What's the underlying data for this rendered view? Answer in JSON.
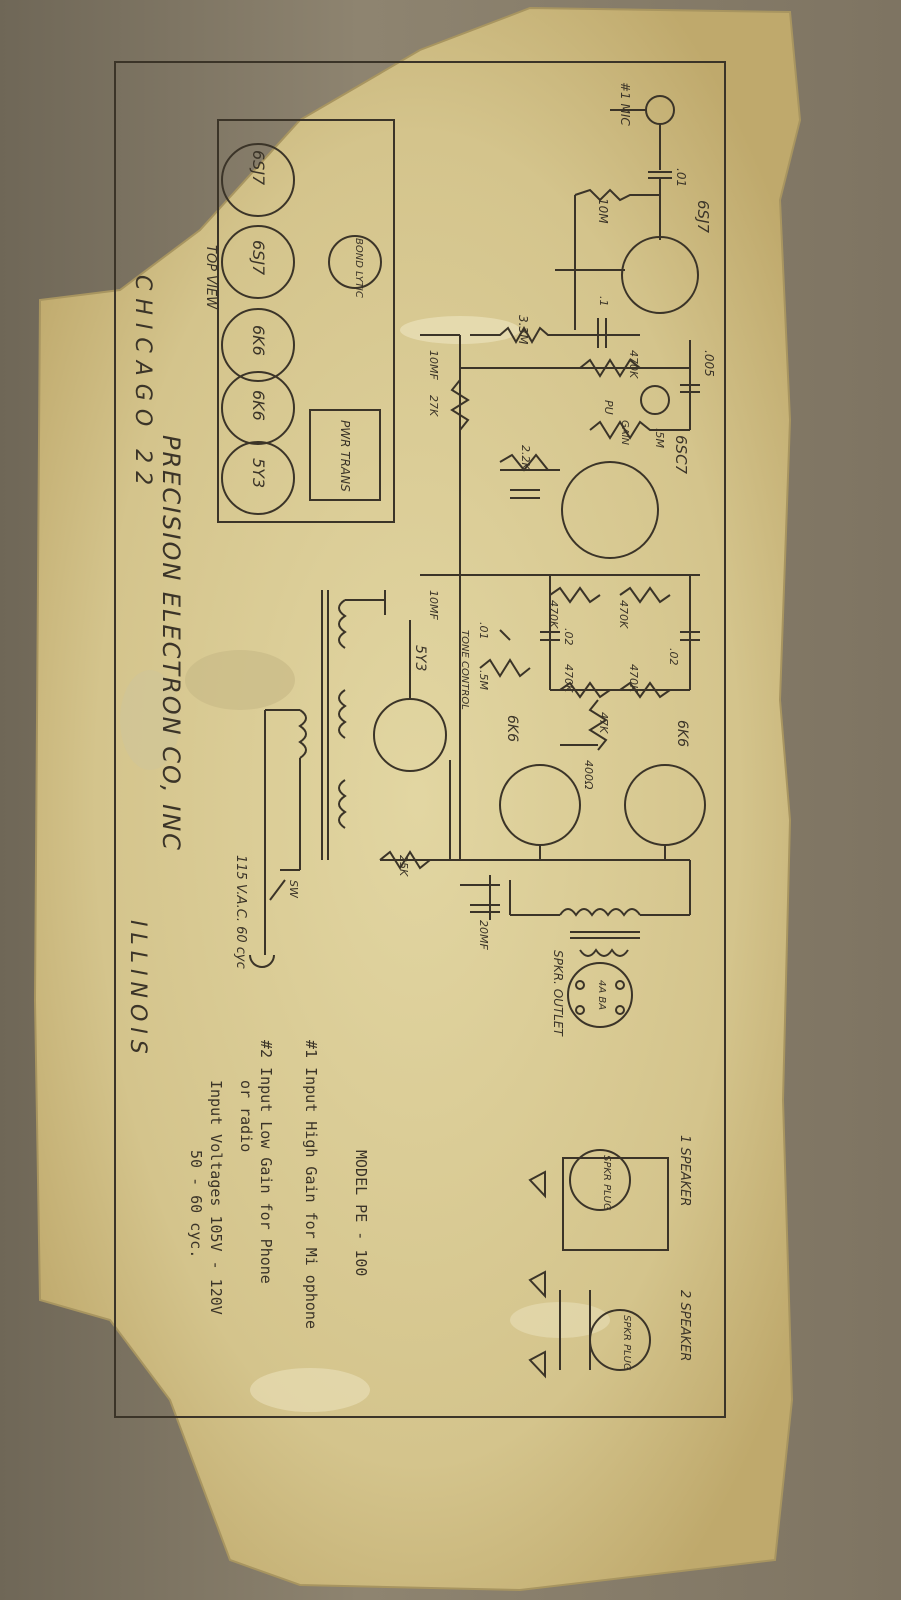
{
  "diagram": {
    "company": "PRECISION ELECTRON CO, INC",
    "city": "CHICAGO 22",
    "state": "ILLINOIS",
    "top_view_label": "TOP VIEW",
    "model": "MODEL PE - 100",
    "input_notes": [
      "#1  Input High Gain for Mi ophone",
      "#2  Input Low Gain for Phone",
      "or radio",
      "Input Voltages 105V - 120V",
      "50 - 60 cyc."
    ],
    "tubes": {
      "t1": "6SJ7",
      "t2": "6SJ7",
      "t3": "6K6",
      "t4": "6K6",
      "t5": "5Y3",
      "preamp": "6SJ7",
      "driver": "6SC7",
      "out1": "6K6",
      "out2": "6K6",
      "rect": "5Y3"
    },
    "layout_labels": {
      "bond_lytic": "BOND LYTIC",
      "power_trans": "PWR TRANS"
    },
    "components": {
      "mic": "#1 MIC",
      "c_01": ".01",
      "r_10m": "10M",
      "r_3_3m": "3.3M",
      "c_1": ".1",
      "c_005": ".005",
      "r_470k_a": "470K",
      "pu": "PU",
      "gain": "GAIN",
      "pot_5m": ".5M",
      "c_10mf_a": "10MF",
      "r_27k": "27K",
      "r_2_2k": "2.2K",
      "c_10mf_b": "10MF",
      "r_470k_b": "470K",
      "r_470k_c": "470K",
      "c_02_a": ".02",
      "c_02_b": ".02",
      "c_01_tone": ".01",
      "tone": "TONE CONTROL",
      "r_470k_d": "470K",
      "r_470k_e": "470K",
      "r_47k": "47K",
      "r_400": "400Ω",
      "pot_5m_tone": ".5M",
      "r_25k": "25K",
      "c_20mf": "20MF",
      "switch": "SW",
      "mains": "115 V.A.C. 60 cyc",
      "spkr_outlet": "SPKR. OUTLET",
      "spkr_socket_label": "4A BA",
      "one_speaker": "1 SPEAKER",
      "two_speaker": "2 SPEAKER",
      "plug_a": "SPKR PLUG",
      "plug_b": "SPKR PLUG"
    },
    "colors": {
      "paper": "#d9cc97",
      "ink": "#3b3428",
      "background": "#8a7f6b"
    }
  }
}
